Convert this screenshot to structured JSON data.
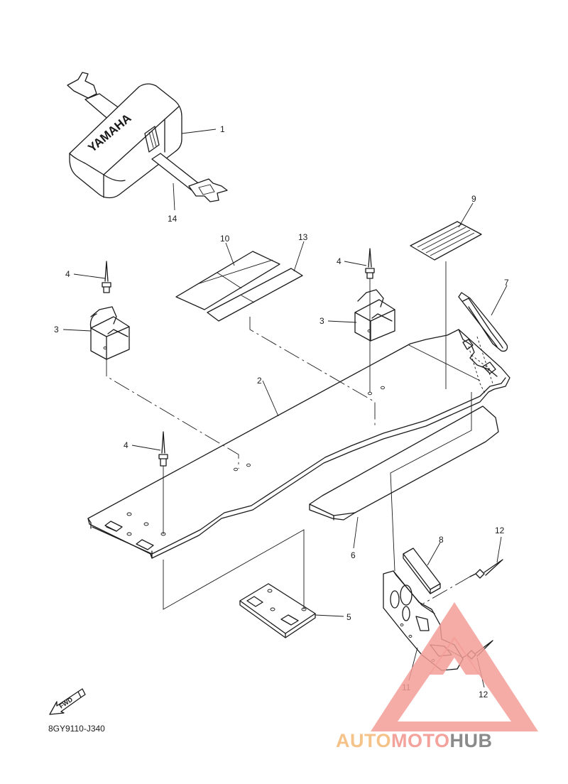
{
  "diagram": {
    "code": "8GY9110-J340",
    "fwd_label": "FWD",
    "bag_brand": "YAMAHA",
    "callouts": {
      "p1": "1",
      "p2": "2",
      "p3a": "3",
      "p3b": "3",
      "p4a": "4",
      "p4b": "4",
      "p4c": "4",
      "p5": "5",
      "p6": "6",
      "p7": "7",
      "p8": "8",
      "p9": "9",
      "p10": "10",
      "p11": "11",
      "p12a": "12",
      "p12b": "12",
      "p13": "13",
      "p14": "14"
    }
  },
  "watermark": {
    "part1": "AUTO",
    "part2": "MOTO",
    "part3": "HUB",
    "colors": {
      "auto": "#f5c389",
      "moto": "#f3a29c",
      "hub": "#8a8a8a",
      "triangle": "#f39c97"
    }
  }
}
